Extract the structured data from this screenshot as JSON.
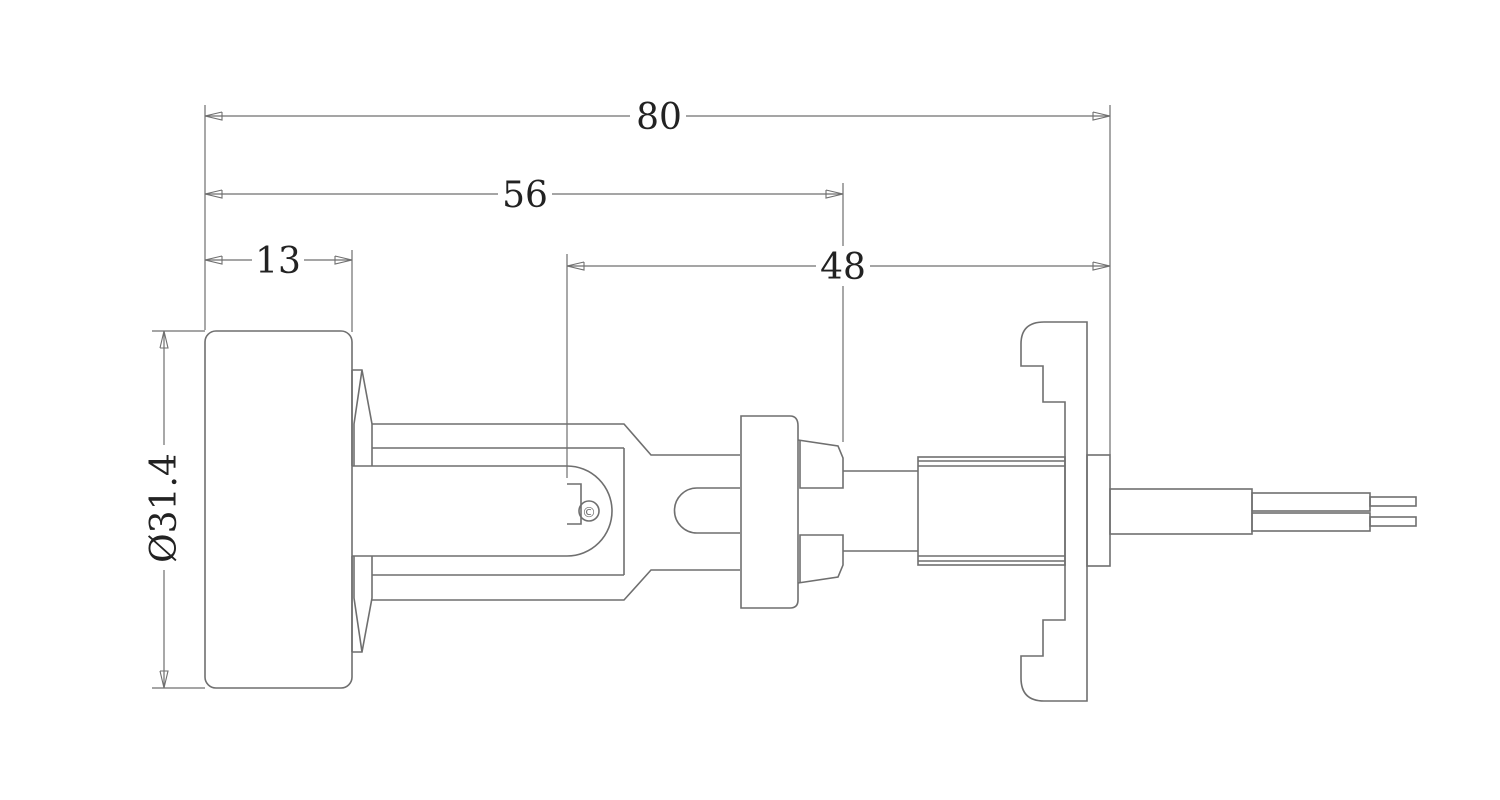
{
  "drawing": {
    "dimensions": {
      "overall_length": "80",
      "length_to_flange": "56",
      "knob_width": "13",
      "slot_to_end": "48",
      "knob_diameter": "Ø31.4"
    },
    "label_text": "©",
    "colors": {
      "line": "#6f6f6f",
      "text": "#222222",
      "background": "#ffffff"
    }
  }
}
